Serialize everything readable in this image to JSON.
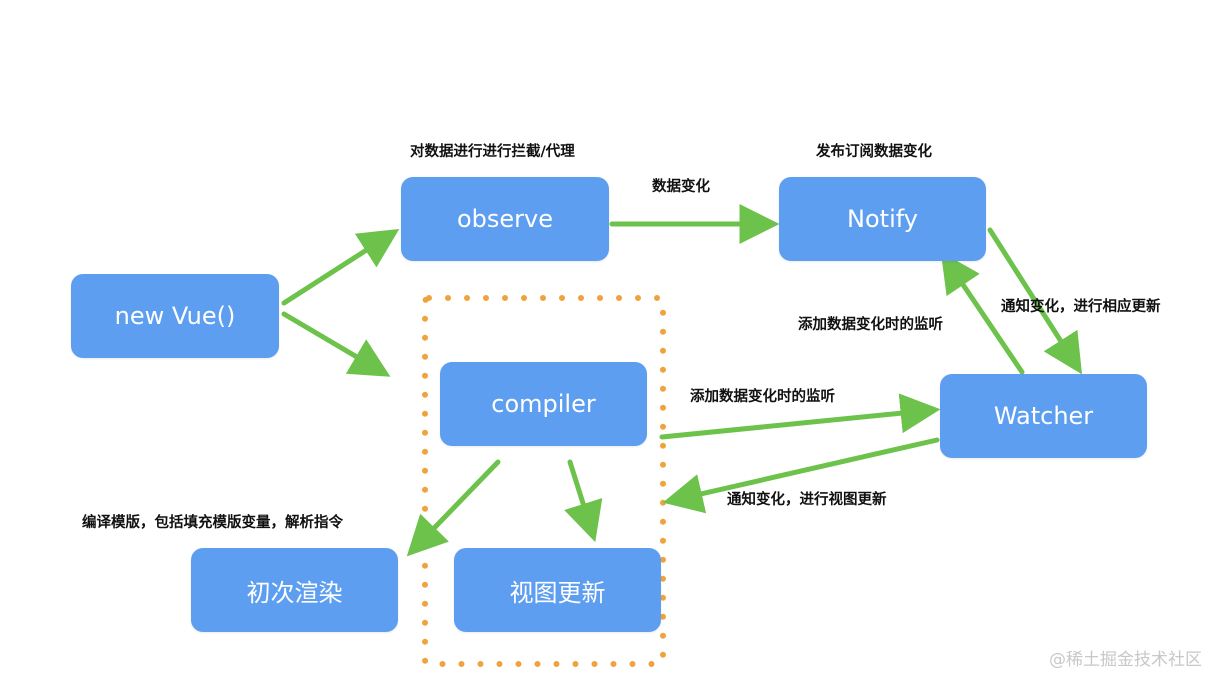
{
  "nodes": {
    "new_vue": "new Vue()",
    "observe": "observe",
    "notify": "Notify",
    "compiler": "compiler",
    "watcher": "Watcher",
    "initial_render": "初次渲染",
    "view_update": "视图更新"
  },
  "labels": {
    "observe_top": "对数据进行进行拦截/代理",
    "data_change": "数据变化",
    "notify_top": "发布订阅数据变化",
    "notify_change_update": "通知变化，进行相应更新",
    "add_listener_right": "添加数据变化时的监听",
    "add_listener_mid": "添加数据变化时的监听",
    "notify_view_update": "通知变化，进行视图更新",
    "compile_desc": "编译模版，包括填充模版变量，解析指令"
  },
  "watermark": "@稀土掘金技术社区",
  "colors": {
    "node_fill": "#5e9ef0",
    "arrow": "#6cc24a",
    "dotted_border": "#f0a23c"
  }
}
